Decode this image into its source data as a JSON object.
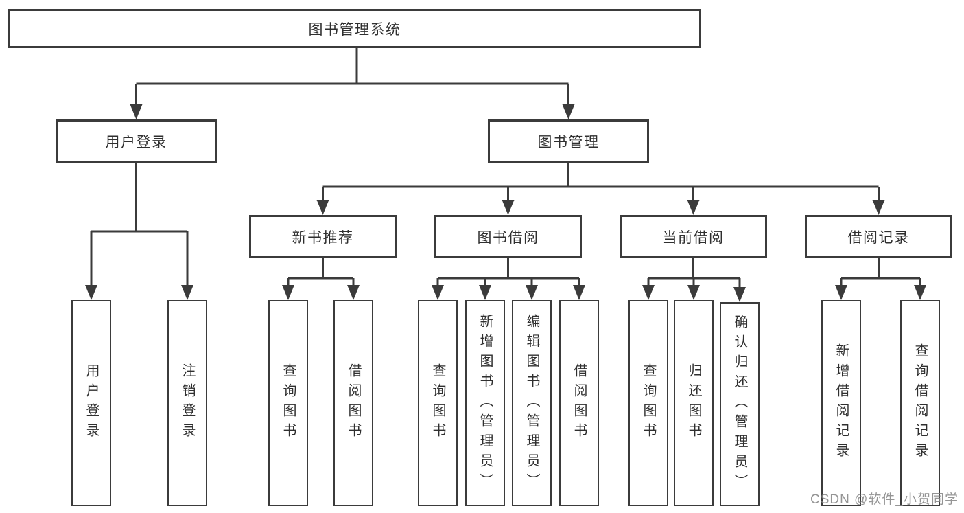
{
  "tree": {
    "root": {
      "label": "图书管理系统"
    },
    "branches": [
      {
        "label": "用户登录",
        "children": [
          {
            "label": "用户登录"
          },
          {
            "label": "注销登录"
          }
        ]
      },
      {
        "label": "图书管理",
        "sections": [
          {
            "label": "新书推荐",
            "children": [
              {
                "label": "查询图书"
              },
              {
                "label": "借阅图书"
              }
            ]
          },
          {
            "label": "图书借阅",
            "children": [
              {
                "label": "查询图书"
              },
              {
                "label": "新增图书（管理员）"
              },
              {
                "label": "编辑图书（管理员）"
              },
              {
                "label": "借阅图书"
              }
            ]
          },
          {
            "label": "当前借阅",
            "children": [
              {
                "label": "查询图书"
              },
              {
                "label": "归还图书"
              },
              {
                "label": "确认归还（管理员）"
              }
            ]
          },
          {
            "label": "借阅记录",
            "children": [
              {
                "label": "新增借阅记录"
              },
              {
                "label": "查询借阅记录"
              }
            ]
          }
        ]
      }
    ]
  },
  "watermark": "CSDN @软件_小贺同学",
  "colors": {
    "line": "#3b3b3b",
    "text": "#2f2f2f",
    "watermark": "#828282",
    "background": "#ffffff"
  }
}
